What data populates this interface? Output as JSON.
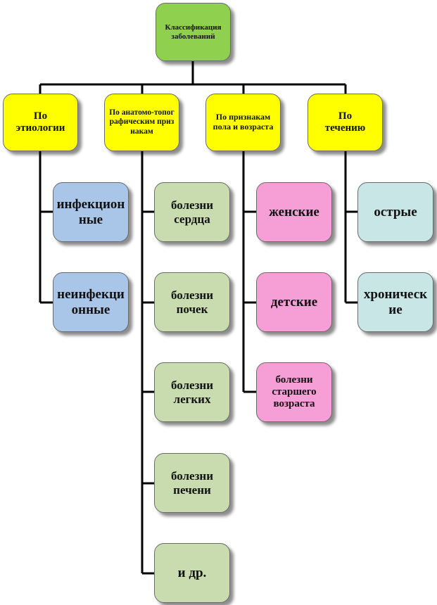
{
  "root": {
    "label": "Классификация заболеваний"
  },
  "categories": [
    {
      "label": "По этиологии",
      "children": [
        "инфекционные",
        "неинфекционные"
      ]
    },
    {
      "label": "По анатомо-топографическим признакам",
      "children": [
        "болезни сердца",
        "болезни почек",
        "болезни легких",
        "болезни печени",
        "и др."
      ]
    },
    {
      "label": "По признакам пола и возраста",
      "children": [
        "женские",
        "детские",
        "болезни старшего возраста"
      ]
    },
    {
      "label": "По течению",
      "children": [
        "острые",
        "хронические"
      ]
    }
  ],
  "colors": {
    "root": "#8fd14f",
    "category": "#ffff00",
    "etiology_children": "#a9c6e8",
    "anatomy_children": "#c8dcaf",
    "sex_age_children": "#f69fd6",
    "course_children": "#c9e6e6"
  }
}
